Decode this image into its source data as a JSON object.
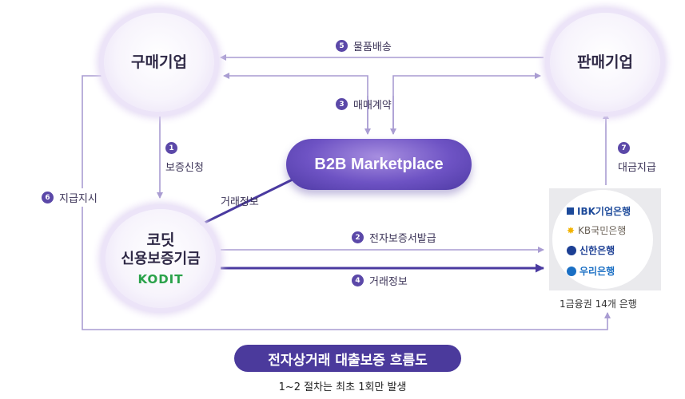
{
  "nodes": {
    "buyer": "구매기업",
    "seller": "판매기업",
    "marketplace": "B2B Marketplace",
    "kodit_line1": "코딧",
    "kodit_line2": "신용보증기금",
    "kodit_logo": "KODIT",
    "bank_caption": "1금융권 14개 은행"
  },
  "banks": [
    {
      "name": "IBK기업은행",
      "icon": "ibk-icon",
      "color": "#1d4a9a"
    },
    {
      "name": "KB국민은행",
      "icon": "kb-star-icon",
      "color": "#6b6258"
    },
    {
      "name": "신한은행",
      "icon": "shinhan-icon",
      "color": "#1c3f94"
    },
    {
      "name": "우리은행",
      "icon": "woori-icon",
      "color": "#1a6fc4"
    }
  ],
  "steps": [
    {
      "num": "1",
      "label": "보증신청"
    },
    {
      "num": "2",
      "label": "전자보증서발급"
    },
    {
      "num": "3",
      "label": "매매계약"
    },
    {
      "num": "4",
      "label": "거래정보"
    },
    {
      "num": "5",
      "label": "물품배송"
    },
    {
      "num": "6",
      "label": "지급지시"
    },
    {
      "num": "7",
      "label": "대금지급"
    }
  ],
  "trade_info_link": "거래정보",
  "footer": {
    "title": "전자상거래 대출보증 흐름도",
    "note": "1~2 절차는 최초 1회만 발생"
  },
  "colors": {
    "accent": "#5b48a8",
    "line": "#a99cd2",
    "line_strong": "#4a3aa0"
  }
}
